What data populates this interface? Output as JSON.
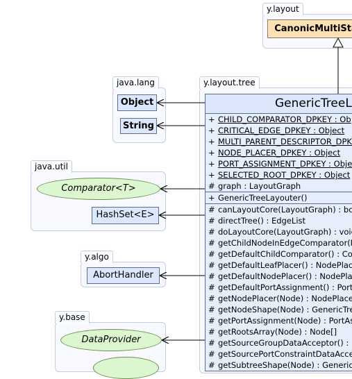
{
  "packages": {
    "ylayout": "y.layout",
    "javalang": "java.lang",
    "ylayouttree": "y.layout.tree",
    "javautil": "java.util",
    "yalgo": "y.algo",
    "ybase": "y.base"
  },
  "classes": {
    "canonic": "CanonicMultiSta",
    "object": "Object",
    "string": "String",
    "comparator": "Comparator<T>",
    "hashset": "HashSet<E>",
    "abort": "AbortHandler",
    "dataprovider": "DataProvider"
  },
  "main": {
    "title": "GenericTreeL",
    "fields": [
      {
        "vis": "+",
        "text": "CHILD_COMPARATOR_DPKEY : Ob",
        "static": true
      },
      {
        "vis": "+",
        "text": "CRITICAL_EDGE_DPKEY : Object",
        "static": true
      },
      {
        "vis": "+",
        "text": "MULTI_PARENT_DESCRIPTOR_DPK",
        "static": true
      },
      {
        "vis": "+",
        "text": "NODE_PLACER_DPKEY : Object",
        "static": true
      },
      {
        "vis": "+",
        "text": "PORT_ASSIGNMENT_DPKEY : Obje",
        "static": true
      },
      {
        "vis": "+",
        "text": "SELECTED_ROOT_DPKEY : Object",
        "static": true
      },
      {
        "vis": "#",
        "text": "graph : LayoutGraph",
        "static": false
      }
    ],
    "constructors": [
      {
        "vis": "+",
        "text": "GenericTreeLayouter()"
      }
    ],
    "methods": [
      {
        "vis": "#",
        "text": "canLayoutCore(LayoutGraph) : boo"
      },
      {
        "vis": "#",
        "text": "directTree() : EdgeList"
      },
      {
        "vis": "#",
        "text": "doLayoutCore(LayoutGraph) : voic"
      },
      {
        "vis": "#",
        "text": "getChildNodeInEdgeComparator(N"
      },
      {
        "vis": "#",
        "text": "getDefaultChildComparator() : Co"
      },
      {
        "vis": "#",
        "text": "getDefaultLeafPlacer() : NodePlac"
      },
      {
        "vis": "#",
        "text": "getDefaultNodePlacer() : NodePla"
      },
      {
        "vis": "#",
        "text": "getDefaultPortAssignment() : PortA"
      },
      {
        "vis": "#",
        "text": "getNodePlacer(Node) : NodePlace"
      },
      {
        "vis": "#",
        "text": "getNodeShape(Node) : GenericTre"
      },
      {
        "vis": "#",
        "text": "getPortAssignment(Node) : PortAs"
      },
      {
        "vis": "#",
        "text": "getRootsArray(Node) : Node[]"
      },
      {
        "vis": "#",
        "text": "getSourceGroupDataAcceptor() : D"
      },
      {
        "vis": "#",
        "text": "getSourcePortConstraintDataAccep"
      },
      {
        "vis": "#",
        "text": "getSubtreeShape(Node) : Generic"
      }
    ]
  }
}
